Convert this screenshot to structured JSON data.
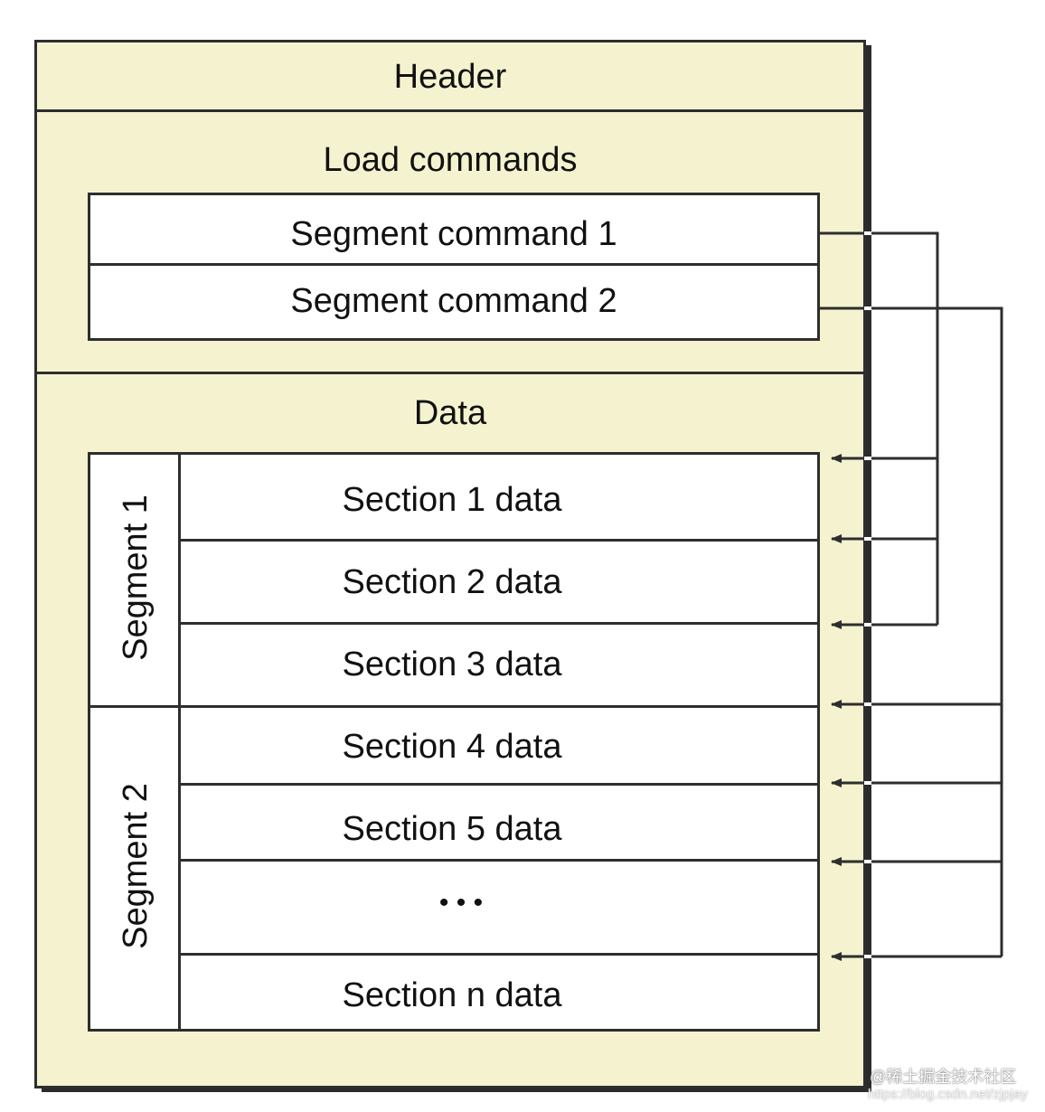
{
  "diagram": {
    "header_label": "Header",
    "load_commands_label": "Load commands",
    "segment_commands": [
      "Segment command 1",
      "Segment command 2"
    ],
    "data_label": "Data",
    "segments": [
      {
        "label": "Segment 1",
        "sections": [
          "Section 1 data",
          "Section 2 data",
          "Section 3 data"
        ]
      },
      {
        "label": "Segment 2",
        "sections": [
          "Section 4 data",
          "Section 5 data",
          "• • •",
          "Section n data"
        ]
      }
    ]
  },
  "watermark": {
    "primary": "@稀土掘金技术社区",
    "secondary": "https://blog.csdn.net/zjpjay"
  },
  "colors": {
    "panel_fill": "#f5f2cf",
    "line": "#2e2e2e",
    "box_fill": "#ffffff"
  }
}
